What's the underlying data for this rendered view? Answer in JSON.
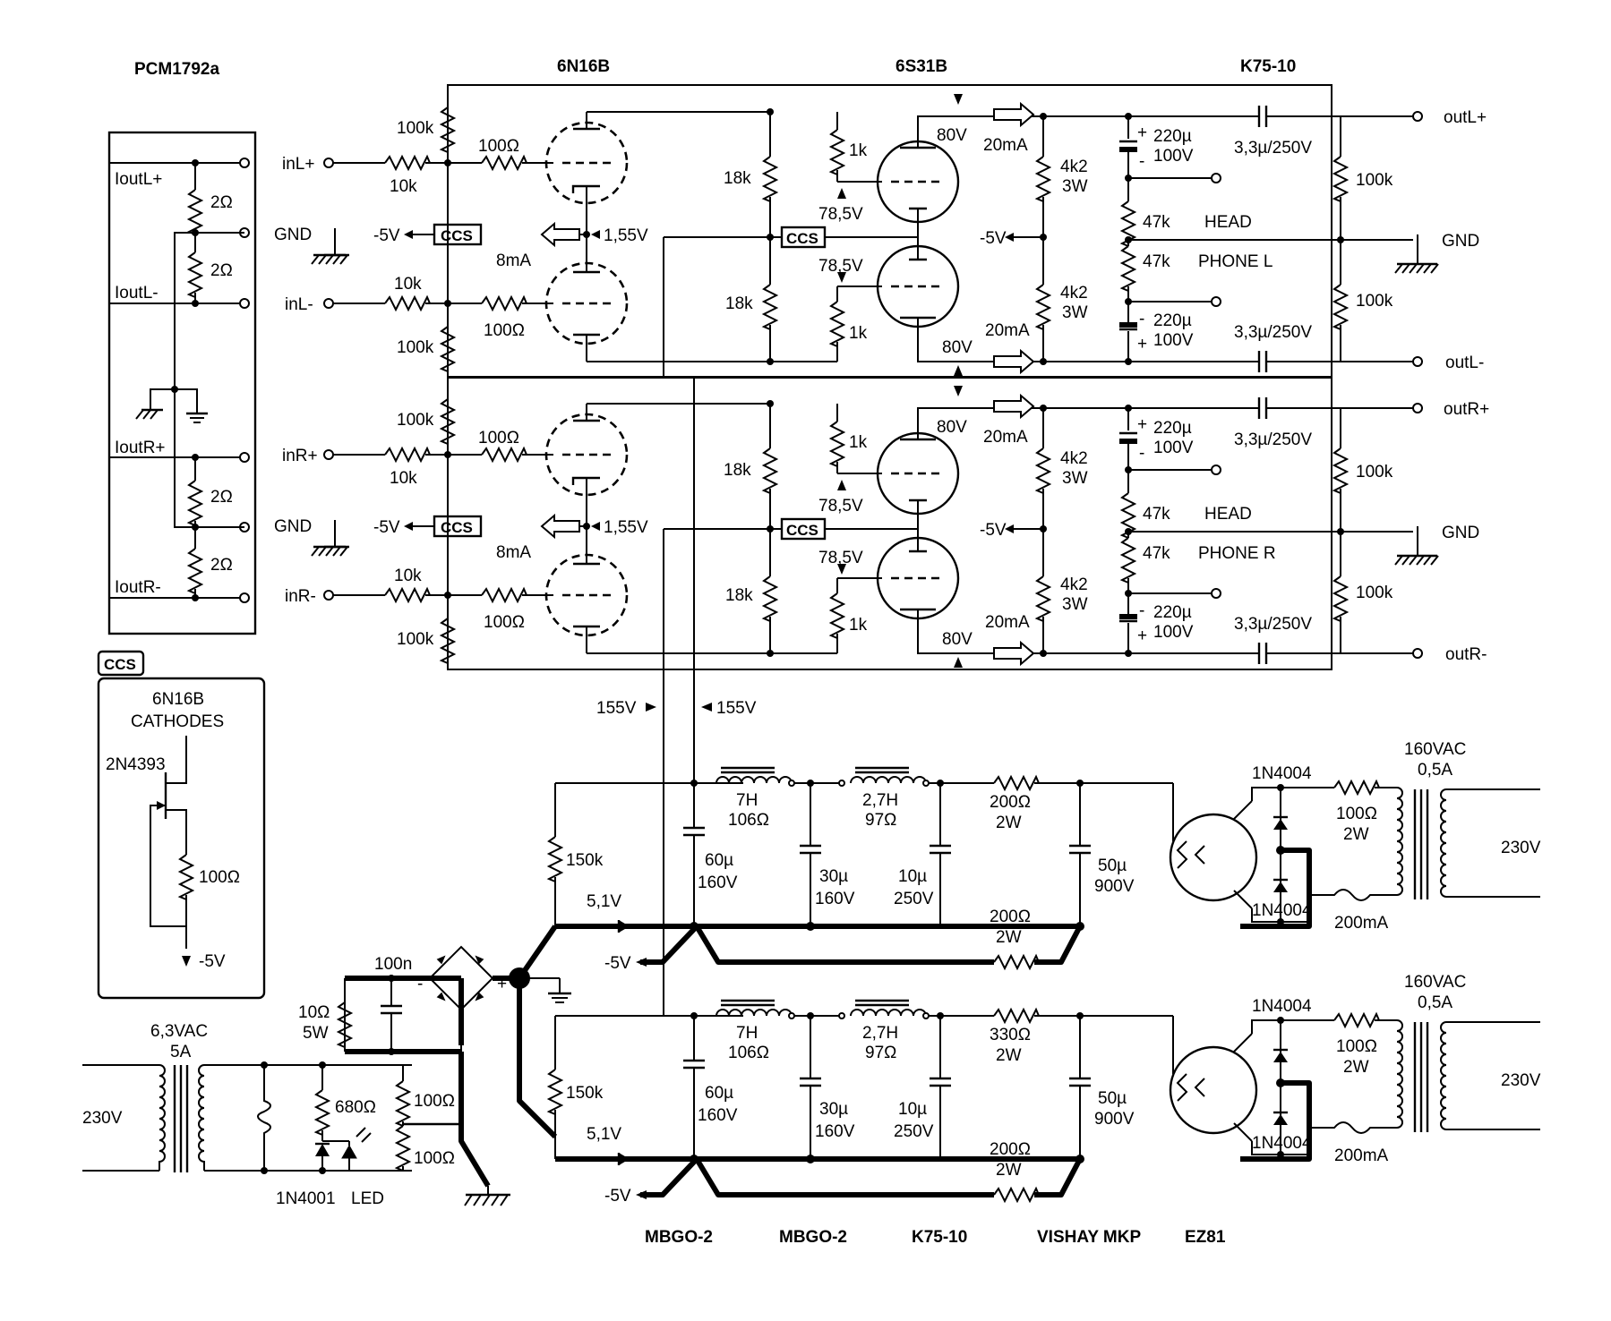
{
  "headers": {
    "dac": "PCM1792a",
    "input_tube": "6N16B",
    "output_tube": "6S31B",
    "output_cap": "K75-10"
  },
  "dac_box": {
    "pins": [
      "IoutL+",
      "IoutL-",
      "IoutR+",
      "IoutR-"
    ],
    "resistor": "2Ω"
  },
  "channels": [
    {
      "in_plus": "inL+",
      "in_minus": "inL-",
      "gnd": "GND",
      "out_plus": "outL+",
      "out_minus": "outL-",
      "headphone": [
        "HEAD",
        "PHONE L"
      ]
    },
    {
      "in_plus": "inR+",
      "in_minus": "inR-",
      "gnd": "GND",
      "out_plus": "outR+",
      "out_minus": "outR-",
      "headphone": [
        "HEAD",
        "PHONE R"
      ]
    }
  ],
  "stage_labels": {
    "r_grid": "100k",
    "r_series_in": "10k",
    "r_grid_stop": "100Ω",
    "neg_rail": "-5V",
    "ccs": "CCS",
    "ccs_current": "8mA",
    "cathode_v": "1,55V",
    "r_divider": "18k",
    "r_anode": "1k",
    "grid_v": "78,5V",
    "anode_v": "80V",
    "anode_current": "20mA",
    "r_load_value": "4k2",
    "r_load_power": "3W",
    "cap_out": "3,3µ/250V",
    "r_out": "100k",
    "cap_ps_value": "220µ",
    "cap_ps_volt": "100V",
    "r_head": "47k"
  },
  "ccs_box": {
    "title": "CCS",
    "text_line1": "6N16B",
    "text_line2": "CATHODES",
    "transistor": "2N4393",
    "resistor": "100Ω",
    "rail": "-5V"
  },
  "supply": {
    "b_plus": [
      "155V",
      "155V"
    ],
    "choke1": [
      "7H",
      "106Ω"
    ],
    "choke2": [
      "2,7H",
      "97Ω"
    ],
    "r_bleed": "150k",
    "cap1": [
      "60µ",
      "160V"
    ],
    "cap2": [
      "30µ",
      "160V"
    ],
    "cap3": [
      "10µ",
      "250V"
    ],
    "r_top_upper": [
      "200Ω",
      "2W"
    ],
    "r_top_lower": [
      "330Ω",
      "2W"
    ],
    "r_bottom": [
      "200Ω",
      "2W"
    ],
    "cap4": [
      "50µ",
      "900V"
    ],
    "diode": "1N4004",
    "r_tr": [
      "100Ω",
      "2W"
    ],
    "fuse": "200mA",
    "zener": "5,1V",
    "rail": "-5V",
    "transformer": [
      "160VAC",
      "0,5A"
    ],
    "mains": "230V"
  },
  "neg_supply": {
    "cap": "100n",
    "r_load": [
      "10Ω",
      "5W"
    ],
    "transformer": [
      "6,3VAC",
      "5A"
    ],
    "mains": "230V",
    "r_led": "680Ω",
    "r_div": "100Ω",
    "diode": "1N4001",
    "led": "LED"
  },
  "footer": [
    "MBGO-2",
    "MBGO-2",
    "K75-10",
    "VISHAY MKP",
    "EZ81"
  ]
}
